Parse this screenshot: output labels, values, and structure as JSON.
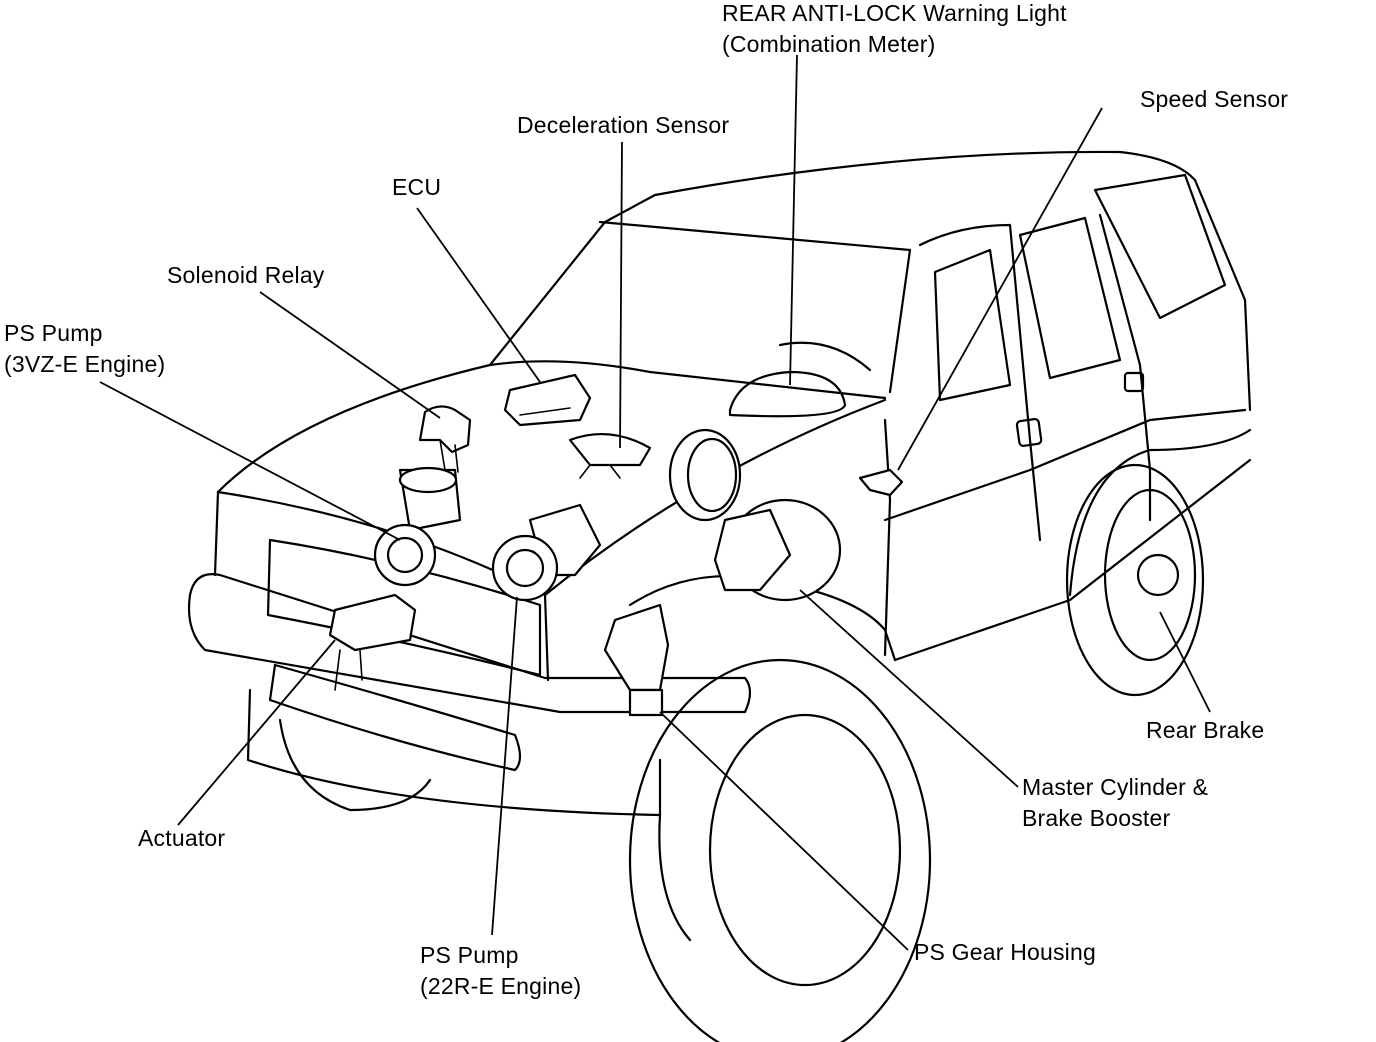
{
  "labels": {
    "rear_antilock_line1": "REAR ANTI-LOCK Warning Light",
    "rear_antilock_line2": "(Combination Meter)",
    "speed_sensor": "Speed Sensor",
    "deceleration_sensor": "Deceleration Sensor",
    "ecu": "ECU",
    "solenoid_relay": "Solenoid Relay",
    "ps_pump_3vze_line1": "PS Pump",
    "ps_pump_3vze_line2": "(3VZ-E Engine)",
    "rear_brake": "Rear Brake",
    "master_cylinder_line1": "Master Cylinder &",
    "master_cylinder_line2": "Brake Booster",
    "actuator": "Actuator",
    "ps_gear_housing": "PS Gear Housing",
    "ps_pump_22re_line1": "PS Pump",
    "ps_pump_22re_line2": "(22R-E Engine)"
  }
}
